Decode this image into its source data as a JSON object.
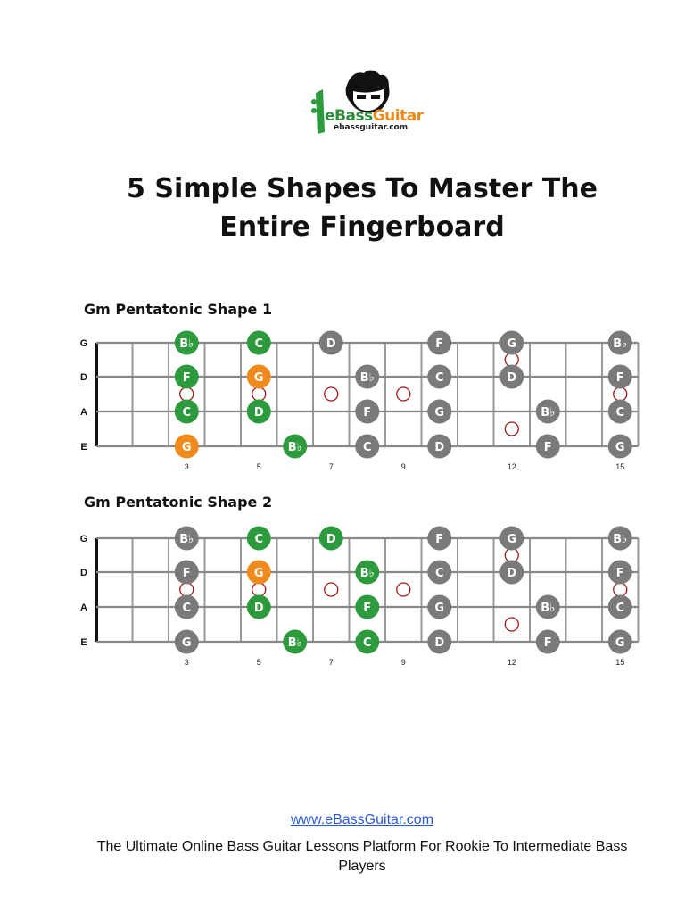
{
  "logo": {
    "text_ebass": "eBass",
    "text_guitar": "Guitar",
    "url": "ebassguitar.com"
  },
  "title": {
    "line1": "5 Simple Shapes To Master The",
    "line2": "Entire Fingerboard"
  },
  "colors": {
    "root": "#f08a1c",
    "shape": "#2e9a3e",
    "other": "#7a7a7a",
    "marker": "#a01818"
  },
  "string_names": [
    "G",
    "D",
    "A",
    "E"
  ],
  "fret_numbers": [
    {
      "fret": 3,
      "label": "3"
    },
    {
      "fret": 5,
      "label": "5"
    },
    {
      "fret": 7,
      "label": "7"
    },
    {
      "fret": 9,
      "label": "9"
    },
    {
      "fret": 12,
      "label": "12"
    },
    {
      "fret": 15,
      "label": "15"
    }
  ],
  "position_markers": [
    {
      "fret": 3,
      "between": "D-A"
    },
    {
      "fret": 5,
      "between": "D-A"
    },
    {
      "fret": 7,
      "between": "D-A"
    },
    {
      "fret": 9,
      "between": "D-A"
    },
    {
      "fret": 12,
      "between": "G-D"
    },
    {
      "fret": 12,
      "between": "A-E"
    },
    {
      "fret": 15,
      "between": "D-A"
    }
  ],
  "diagrams": [
    {
      "title": "Gm Pentatonic Shape 1",
      "notes": [
        {
          "string": "G",
          "fret": 3,
          "label": "B♭",
          "type": "shape"
        },
        {
          "string": "G",
          "fret": 5,
          "label": "C",
          "type": "shape"
        },
        {
          "string": "G",
          "fret": 7,
          "label": "D",
          "type": "other"
        },
        {
          "string": "G",
          "fret": 10,
          "label": "F",
          "type": "other"
        },
        {
          "string": "G",
          "fret": 12,
          "label": "G",
          "type": "other"
        },
        {
          "string": "G",
          "fret": 15,
          "label": "B♭",
          "type": "other"
        },
        {
          "string": "D",
          "fret": 3,
          "label": "F",
          "type": "shape"
        },
        {
          "string": "D",
          "fret": 5,
          "label": "G",
          "type": "root"
        },
        {
          "string": "D",
          "fret": 8,
          "label": "B♭",
          "type": "other"
        },
        {
          "string": "D",
          "fret": 10,
          "label": "C",
          "type": "other"
        },
        {
          "string": "D",
          "fret": 12,
          "label": "D",
          "type": "other"
        },
        {
          "string": "D",
          "fret": 15,
          "label": "F",
          "type": "other"
        },
        {
          "string": "A",
          "fret": 3,
          "label": "C",
          "type": "shape"
        },
        {
          "string": "A",
          "fret": 5,
          "label": "D",
          "type": "shape"
        },
        {
          "string": "A",
          "fret": 8,
          "label": "F",
          "type": "other"
        },
        {
          "string": "A",
          "fret": 10,
          "label": "G",
          "type": "other"
        },
        {
          "string": "A",
          "fret": 13,
          "label": "B♭",
          "type": "other"
        },
        {
          "string": "A",
          "fret": 15,
          "label": "C",
          "type": "other"
        },
        {
          "string": "E",
          "fret": 3,
          "label": "G",
          "type": "root"
        },
        {
          "string": "E",
          "fret": 6,
          "label": "B♭",
          "type": "shape"
        },
        {
          "string": "E",
          "fret": 8,
          "label": "C",
          "type": "other"
        },
        {
          "string": "E",
          "fret": 10,
          "label": "D",
          "type": "other"
        },
        {
          "string": "E",
          "fret": 13,
          "label": "F",
          "type": "other"
        },
        {
          "string": "E",
          "fret": 15,
          "label": "G",
          "type": "other"
        }
      ]
    },
    {
      "title": "Gm Pentatonic Shape 2",
      "notes": [
        {
          "string": "G",
          "fret": 3,
          "label": "B♭",
          "type": "other"
        },
        {
          "string": "G",
          "fret": 5,
          "label": "C",
          "type": "shape"
        },
        {
          "string": "G",
          "fret": 7,
          "label": "D",
          "type": "shape"
        },
        {
          "string": "G",
          "fret": 10,
          "label": "F",
          "type": "other"
        },
        {
          "string": "G",
          "fret": 12,
          "label": "G",
          "type": "other"
        },
        {
          "string": "G",
          "fret": 15,
          "label": "B♭",
          "type": "other"
        },
        {
          "string": "D",
          "fret": 3,
          "label": "F",
          "type": "other"
        },
        {
          "string": "D",
          "fret": 5,
          "label": "G",
          "type": "root"
        },
        {
          "string": "D",
          "fret": 8,
          "label": "B♭",
          "type": "shape"
        },
        {
          "string": "D",
          "fret": 10,
          "label": "C",
          "type": "other"
        },
        {
          "string": "D",
          "fret": 12,
          "label": "D",
          "type": "other"
        },
        {
          "string": "D",
          "fret": 15,
          "label": "F",
          "type": "other"
        },
        {
          "string": "A",
          "fret": 3,
          "label": "C",
          "type": "other"
        },
        {
          "string": "A",
          "fret": 5,
          "label": "D",
          "type": "shape"
        },
        {
          "string": "A",
          "fret": 8,
          "label": "F",
          "type": "shape"
        },
        {
          "string": "A",
          "fret": 10,
          "label": "G",
          "type": "other"
        },
        {
          "string": "A",
          "fret": 13,
          "label": "B♭",
          "type": "other"
        },
        {
          "string": "A",
          "fret": 15,
          "label": "C",
          "type": "other"
        },
        {
          "string": "E",
          "fret": 3,
          "label": "G",
          "type": "other"
        },
        {
          "string": "E",
          "fret": 6,
          "label": "B♭",
          "type": "shape"
        },
        {
          "string": "E",
          "fret": 8,
          "label": "C",
          "type": "shape"
        },
        {
          "string": "E",
          "fret": 10,
          "label": "D",
          "type": "other"
        },
        {
          "string": "E",
          "fret": 13,
          "label": "F",
          "type": "other"
        },
        {
          "string": "E",
          "fret": 15,
          "label": "G",
          "type": "other"
        }
      ]
    }
  ],
  "footer": {
    "link": "www.eBassGuitar.com",
    "tagline": "The Ultimate Online Bass Guitar Lessons Platform For Rookie To Intermediate Bass Players"
  }
}
